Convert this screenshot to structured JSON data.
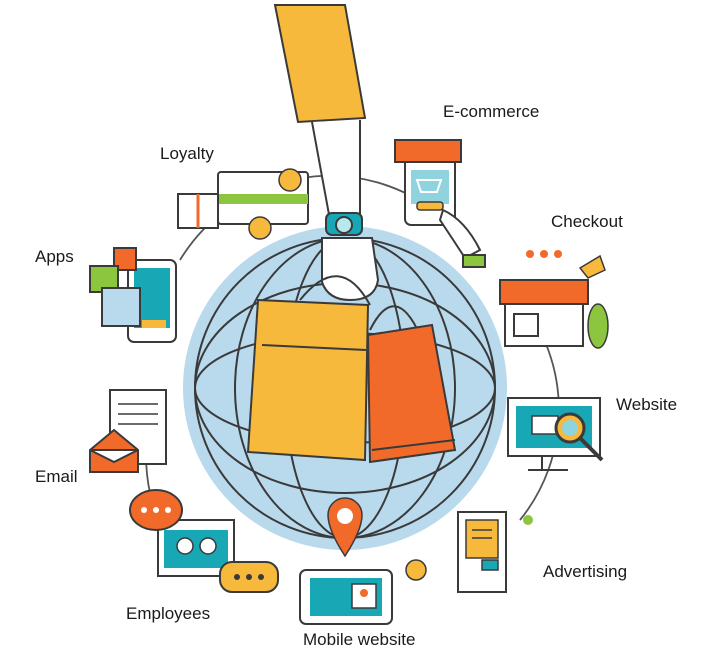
{
  "labels": {
    "ecommerce": "E-commerce",
    "loyalty": "Loyalty",
    "checkout": "Checkout",
    "apps": "Apps",
    "website": "Website",
    "email": "Email",
    "advertising": "Advertising",
    "employees": "Employees",
    "mobile_website": "Mobile website"
  },
  "icons": {
    "ecommerce": "shopping-cart-phone-icon",
    "loyalty": "loyalty-card-icon",
    "checkout": "storefront-icon",
    "apps": "tablet-apps-icon",
    "website": "monitor-search-icon",
    "email": "envelope-icon",
    "advertising": "billboard-icon",
    "employees": "team-chat-icon",
    "mobile_website": "mobile-screen-icon",
    "center": "shopping-bags-globe-icon"
  },
  "colors": {
    "globe": "#b9d9ec",
    "line": "#3a3a3a",
    "yellow": "#f6b93b",
    "orange": "#f26a2a",
    "teal": "#18a7b5",
    "green": "#8cc63f"
  }
}
